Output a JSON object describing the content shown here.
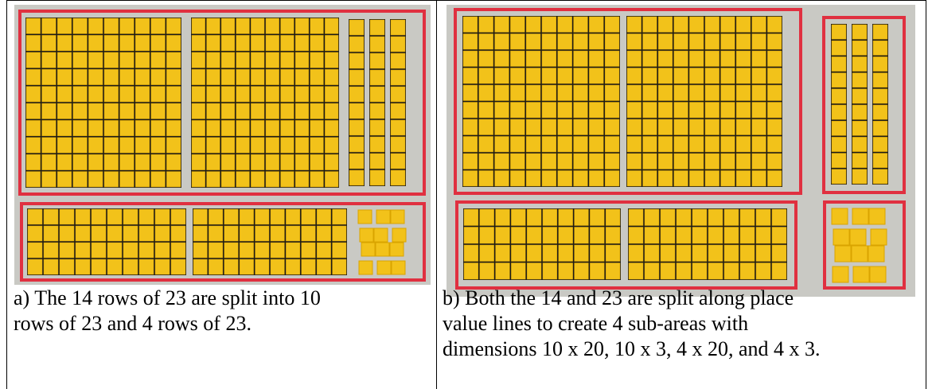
{
  "captions": {
    "a": "a) The 14 rows of 23 are split into 10\nrows of 23 and 4 rows of 23.",
    "b": "b) Both the 14 and 23 are split along place\nvalue lines to create 4 sub-areas with\ndimensions 10 x 20, 10 x 3, 4 x 20, and 4 x 3."
  },
  "colors": {
    "tile": "#f2c21a",
    "tile_edge": "#d9a400",
    "grid_line": "#1a1a1a",
    "frame": "#e03040",
    "background": "#c9c9c4"
  },
  "icons": [
    "base-ten-flat-tile",
    "base-ten-rod-tile",
    "unit-cube-tile"
  ]
}
